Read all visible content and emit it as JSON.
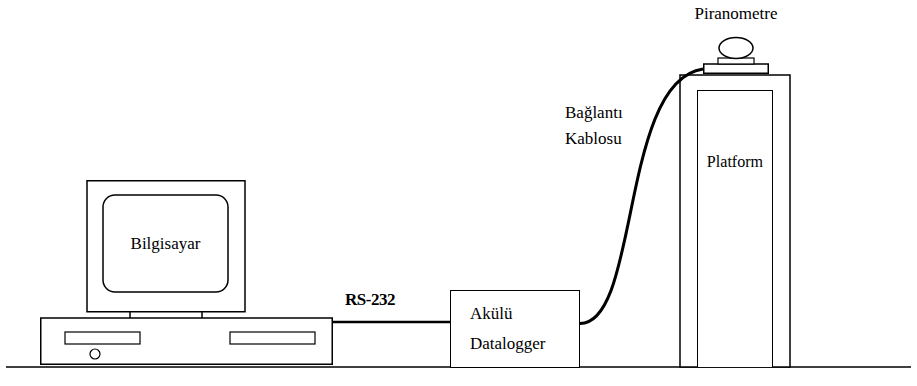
{
  "diagram": {
    "nodes": [
      {
        "text": [
          "Bilgisayar"
        ]
      },
      {
        "text": [
          "Akülü Datalogger"
        ]
      },
      {
        "text": [
          "Platform"
        ]
      },
      {
        "text": [
          "Piranometre"
        ]
      }
    ],
    "edges": [
      {
        "from": 0,
        "to": 1,
        "arrow": "none",
        "label": "RS-232"
      },
      {
        "from": 1,
        "to": 3,
        "arrow": "none",
        "label": "Bağlantı Kablosu"
      }
    ]
  }
}
